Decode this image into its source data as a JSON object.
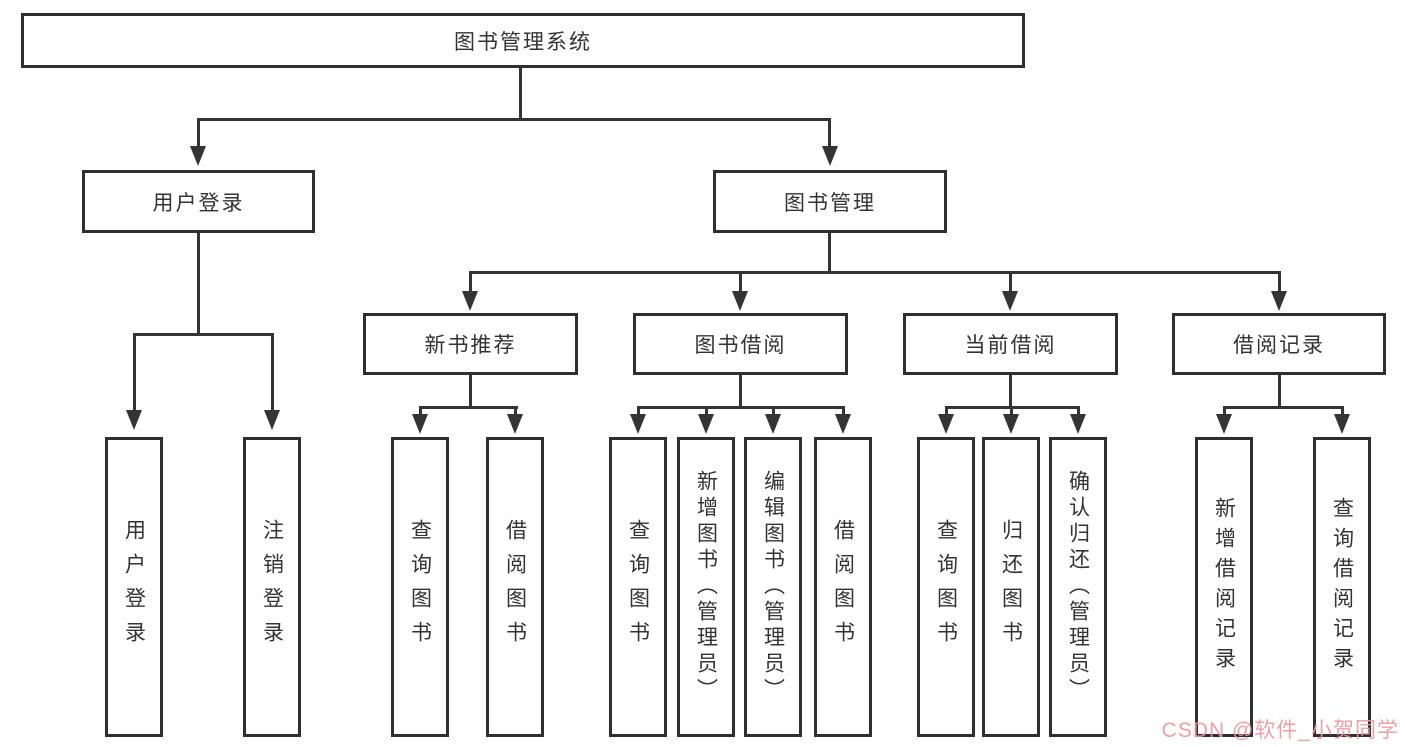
{
  "tree": {
    "root": {
      "label": "图书管理系统"
    },
    "children": [
      {
        "label": "用户登录",
        "children": [
          {
            "label": "用户登录"
          },
          {
            "label": "注销登录"
          }
        ]
      },
      {
        "label": "图书管理",
        "children": [
          {
            "label": "新书推荐",
            "children": [
              {
                "label": "查询图书"
              },
              {
                "label": "借阅图书"
              }
            ]
          },
          {
            "label": "图书借阅",
            "children": [
              {
                "label": "查询图书"
              },
              {
                "label": "新增图书（管理员）"
              },
              {
                "label": "编辑图书（管理员）"
              },
              {
                "label": "借阅图书"
              }
            ]
          },
          {
            "label": "当前借阅",
            "children": [
              {
                "label": "查询图书"
              },
              {
                "label": "归还图书"
              },
              {
                "label": "确认归还（管理员）"
              }
            ]
          },
          {
            "label": "借阅记录",
            "children": [
              {
                "label": "新增借阅记录"
              },
              {
                "label": "查询借阅记录"
              }
            ]
          }
        ]
      }
    ]
  },
  "watermark": {
    "text": "CSDN @软件_小贺同学",
    "color": "#F196A0"
  },
  "colors": {
    "line": "#343434",
    "box_border": "#2F2F2F",
    "text": "#333333",
    "background": "#FFFFFF"
  }
}
